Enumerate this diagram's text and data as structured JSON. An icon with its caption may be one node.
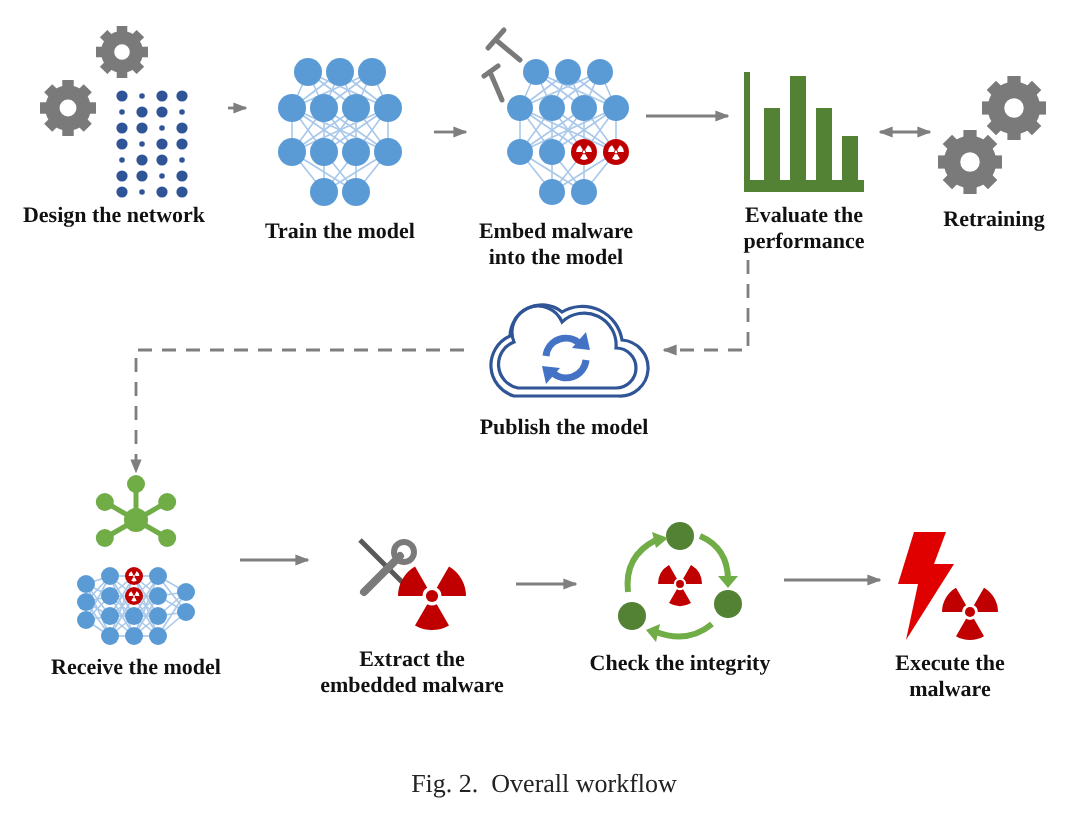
{
  "diagram": {
    "caption": "Fig. 2.  Overall workflow",
    "nodes": [
      {
        "text": [
          "Design the network"
        ]
      },
      {
        "text": [
          "Train the model"
        ]
      },
      {
        "text": [
          "Embed malware into the model"
        ]
      },
      {
        "text": [
          "Evaluate the performance"
        ]
      },
      {
        "text": [
          "Retraining"
        ]
      },
      {
        "text": [
          "Publish the model"
        ]
      },
      {
        "text": [
          "Receive the model"
        ]
      },
      {
        "text": [
          "Extract the embedded malware"
        ]
      },
      {
        "text": [
          "Check the integrity"
        ]
      },
      {
        "text": [
          "Execute the malware"
        ]
      }
    ],
    "edges": [
      {
        "from": 0,
        "to": 1,
        "arrow": "to"
      },
      {
        "from": 1,
        "to": 2,
        "arrow": "to"
      },
      {
        "from": 2,
        "to": 3,
        "arrow": "to"
      },
      {
        "from": 3,
        "to": 4,
        "arrow": "both"
      },
      {
        "from": 3,
        "to": 5,
        "arrow": "to",
        "style": "dashed"
      },
      {
        "from": 5,
        "to": 6,
        "arrow": "to",
        "style": "dashed"
      },
      {
        "from": 6,
        "to": 7,
        "arrow": "to"
      },
      {
        "from": 7,
        "to": 8,
        "arrow": "to"
      },
      {
        "from": 8,
        "to": 9,
        "arrow": "to"
      }
    ]
  }
}
